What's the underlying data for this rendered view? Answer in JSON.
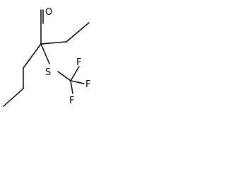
{
  "molecule": {
    "atoms": {
      "oxygen": "O",
      "sulfur": "S",
      "fluorine_top": "F",
      "fluorine_right": "F",
      "fluorine_bottom": "F"
    },
    "colors": {
      "bond": "#000000",
      "label": "#000000",
      "background": "#ffffff"
    }
  }
}
